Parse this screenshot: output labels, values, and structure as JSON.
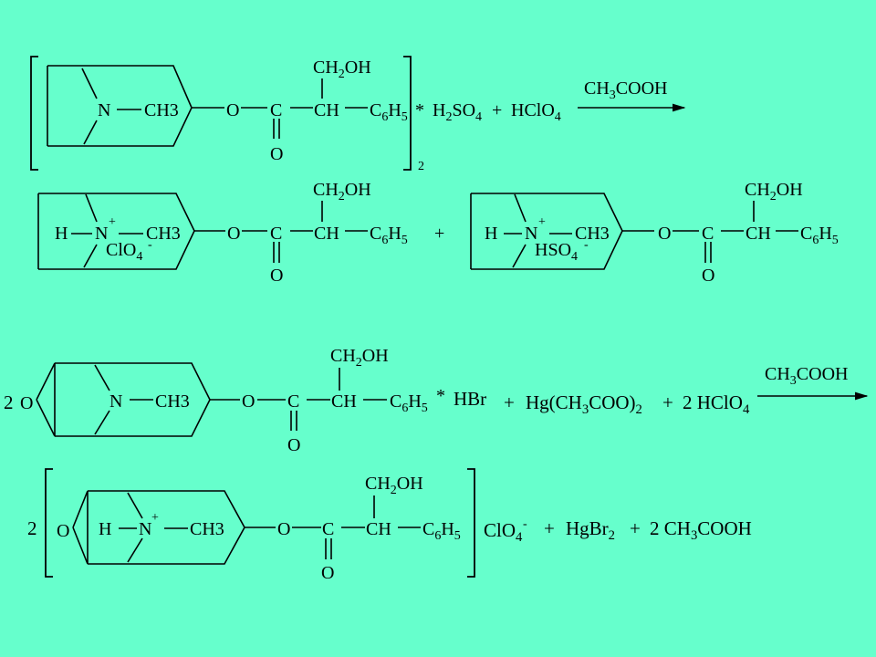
{
  "colors": {
    "background": "#66ffcc",
    "ink": "#000000"
  },
  "r1": {
    "n": "N",
    "ch3": "CH3",
    "o_ester": "O",
    "c": "C",
    "o_carbonyl": "O",
    "ch": "CH",
    "ch2oh": "CH2OH",
    "ph": "C6H5",
    "star": "*",
    "sub_two": "2",
    "h2so4": "H2SO4",
    "plus": "+",
    "hclo4": "HClO4",
    "solvent": "CH3COOH"
  },
  "r2": {
    "a_h": "H",
    "a_n": "N",
    "a_plus": "+",
    "a_ch3": "CH3",
    "a_anion": "ClO4",
    "a_minus": "-",
    "a_o": "O",
    "a_c": "C",
    "a_oc": "O",
    "a_ch": "CH",
    "a_ch2oh": "CH2OH",
    "a_ph": "C6H5",
    "plus": "+",
    "b_h": "H",
    "b_n": "N",
    "b_plus": "+",
    "b_ch3": "CH3",
    "b_anion": "HSO4",
    "b_minus": "-",
    "b_o": "O",
    "b_c": "C",
    "b_oc": "O",
    "b_ch": "CH",
    "b_ch2oh": "CH2OH",
    "b_ph": "C6H5"
  },
  "r3": {
    "coef": "2",
    "epox_o": "O",
    "n": "N",
    "ch3": "CH3",
    "o_ester": "O",
    "c": "C",
    "o_carbonyl": "O",
    "ch": "CH",
    "ch2oh": "CH2OH",
    "ph": "C6H5",
    "star": "*",
    "hbr": "HBr",
    "plus1": "+",
    "hg": "Hg(CH3COO)2",
    "plus2": "+",
    "hclo4": "2 HClO4",
    "solvent": "CH3COOH"
  },
  "r4": {
    "coef": "2",
    "epox_o": "O",
    "h": "H",
    "n": "N",
    "n_plus": "+",
    "ch3": "CH3",
    "o_ester": "O",
    "c": "C",
    "o_carbonyl": "O",
    "ch": "CH",
    "ch2oh": "CH2OH",
    "ph": "C6H5",
    "anion": "ClO4",
    "anion_minus": "-",
    "plus1": "+",
    "hgbr2": "HgBr2",
    "plus2": "+",
    "acid": "2 CH3COOH"
  }
}
